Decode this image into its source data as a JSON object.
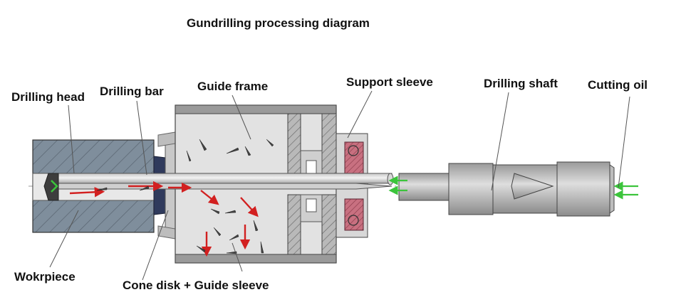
{
  "title": "Gundrilling processing diagram",
  "labels": {
    "drilling_head": "Drilling head",
    "drilling_bar": "Drilling bar",
    "guide_frame": "Guide frame",
    "support_sleeve": "Support sleeve",
    "drilling_shaft": "Drilling shaft",
    "cutting_oil": "Cutting oil",
    "workpiece": "Wokrpiece",
    "cone_disk": "Cone disk + Guide sleeve"
  },
  "colors": {
    "chip_flow_arrow": "#d22020",
    "coolant_arrow": "#3cc43c",
    "workpiece": "#7f8e9c",
    "metal_light": "#dcdcdc",
    "metal_dark": "#8a8a8a",
    "seal": "#c87080"
  }
}
